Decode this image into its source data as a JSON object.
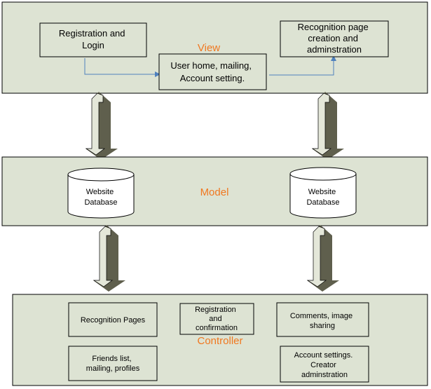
{
  "colors": {
    "layer_fill": "#dde3d3",
    "box_fill": "#dde3d3",
    "stroke": "#000000",
    "title_orange": "#f07820",
    "connector_blue": "#4f81bd",
    "arrow_dark": "#5f5f4d",
    "arrow_light": "#e4e7d9",
    "cylinder_fill": "#ffffff"
  },
  "view": {
    "title": "View",
    "boxes": [
      {
        "id": "registration-login",
        "lines": [
          "Registration and",
          "Login"
        ]
      },
      {
        "id": "user-home",
        "lines": [
          "User home, mailing,",
          "Account setting."
        ]
      },
      {
        "id": "recognition-page-creation",
        "lines": [
          "Recognition page",
          "creation and",
          "adminstration"
        ]
      }
    ]
  },
  "model": {
    "title": "Model",
    "databases": [
      {
        "id": "website-database-left",
        "lines": [
          "Website",
          "Database"
        ]
      },
      {
        "id": "website-database-right",
        "lines": [
          "Website",
          "Database"
        ]
      }
    ]
  },
  "controller": {
    "title": "Controller",
    "boxes": [
      {
        "id": "recognition-pages",
        "lines": [
          "Recognition Pages"
        ]
      },
      {
        "id": "registration-confirmation",
        "lines": [
          "Registration",
          "and",
          "confirmation"
        ]
      },
      {
        "id": "comments-image-sharing",
        "lines": [
          "Comments, image",
          "sharing"
        ]
      },
      {
        "id": "friends-list",
        "lines": [
          "Friends list,",
          "mailing, profiles"
        ]
      },
      {
        "id": "account-settings",
        "lines": [
          "Account settings.",
          "Creator",
          "adminstration"
        ]
      }
    ]
  }
}
